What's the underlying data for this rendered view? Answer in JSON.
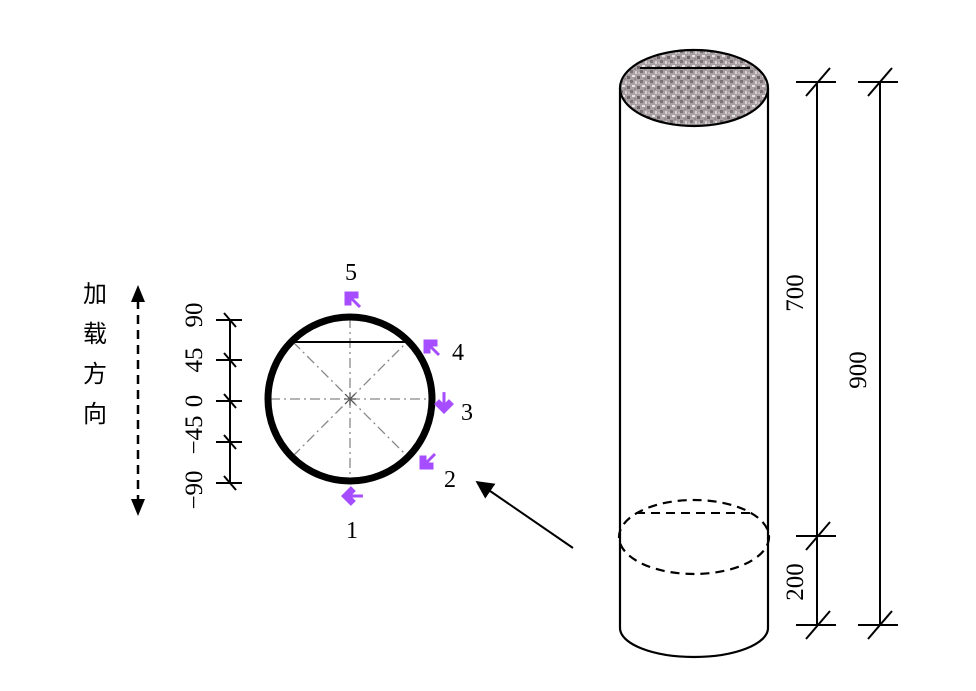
{
  "loading_direction": {
    "label": "加载方向",
    "chars": [
      "加",
      "载",
      "方",
      "向"
    ]
  },
  "cross_section": {
    "angle_scale": [
      "−90",
      "−45",
      "0",
      "45",
      "90"
    ],
    "gauge_points": [
      "1",
      "2",
      "3",
      "4",
      "5"
    ],
    "marker_color": "#a64dff",
    "line_color": "#000000",
    "centerline_color": "#888888"
  },
  "cylinder": {
    "dim_upper": "700",
    "dim_lower": "200",
    "dim_total": "900",
    "surface_texture": "concrete"
  }
}
